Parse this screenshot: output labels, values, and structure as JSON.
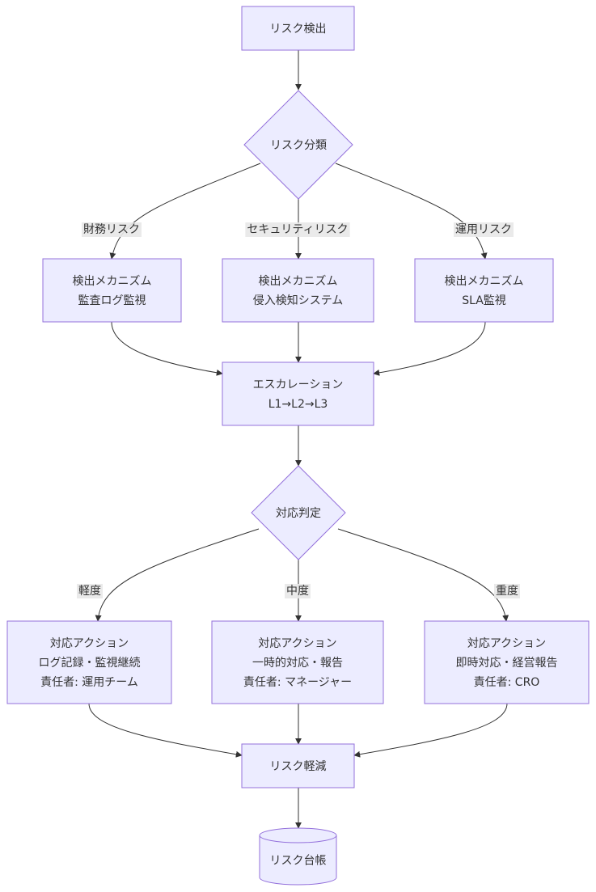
{
  "theme": {
    "node_fill": "#ececff",
    "node_stroke": "#9370db",
    "edge_color": "#333333",
    "label_bg": "#e8e8e8",
    "text_color": "#333333"
  },
  "nodes": {
    "detect": {
      "shape": "rect",
      "lines": [
        "リスク検出"
      ]
    },
    "classify": {
      "shape": "diamond",
      "lines": [
        "リスク分類"
      ]
    },
    "mech_fin": {
      "shape": "rect",
      "lines": [
        "検出メカニズム",
        "監査ログ監視"
      ]
    },
    "mech_sec": {
      "shape": "rect",
      "lines": [
        "検出メカニズム",
        "侵入検知システム"
      ]
    },
    "mech_ops": {
      "shape": "rect",
      "lines": [
        "検出メカニズム",
        "SLA監視"
      ]
    },
    "escalation": {
      "shape": "rect",
      "lines": [
        "エスカレーション",
        "L1→L2→L3"
      ]
    },
    "judge": {
      "shape": "diamond",
      "lines": [
        "対応判定"
      ]
    },
    "act_light": {
      "shape": "rect",
      "lines": [
        "対応アクション",
        "ログ記録・監視継続",
        "責任者: 運用チーム"
      ]
    },
    "act_mid": {
      "shape": "rect",
      "lines": [
        "対応アクション",
        "一時的対応・報告",
        "責任者: マネージャー"
      ]
    },
    "act_heavy": {
      "shape": "rect",
      "lines": [
        "対応アクション",
        "即時対応・経営報告",
        "責任者: CRO"
      ]
    },
    "mitigate": {
      "shape": "rect",
      "lines": [
        "リスク軽減"
      ]
    },
    "ledger": {
      "shape": "cylinder",
      "lines": [
        "リスク台帳"
      ]
    }
  },
  "edges": [
    {
      "from": "detect",
      "to": "classify",
      "label": ""
    },
    {
      "from": "classify",
      "to": "mech_fin",
      "label": "財務リスク"
    },
    {
      "from": "classify",
      "to": "mech_sec",
      "label": "セキュリティリスク"
    },
    {
      "from": "classify",
      "to": "mech_ops",
      "label": "運用リスク"
    },
    {
      "from": "mech_fin",
      "to": "escalation",
      "label": ""
    },
    {
      "from": "mech_sec",
      "to": "escalation",
      "label": ""
    },
    {
      "from": "mech_ops",
      "to": "escalation",
      "label": ""
    },
    {
      "from": "escalation",
      "to": "judge",
      "label": ""
    },
    {
      "from": "judge",
      "to": "act_light",
      "label": "軽度"
    },
    {
      "from": "judge",
      "to": "act_mid",
      "label": "中度"
    },
    {
      "from": "judge",
      "to": "act_heavy",
      "label": "重度"
    },
    {
      "from": "act_light",
      "to": "mitigate",
      "label": ""
    },
    {
      "from": "act_mid",
      "to": "mitigate",
      "label": ""
    },
    {
      "from": "act_heavy",
      "to": "mitigate",
      "label": ""
    },
    {
      "from": "mitigate",
      "to": "ledger",
      "label": ""
    }
  ]
}
